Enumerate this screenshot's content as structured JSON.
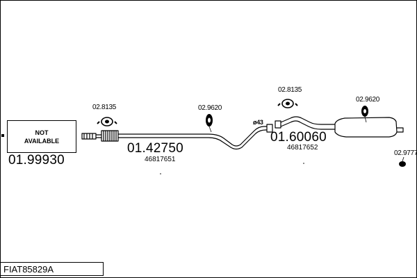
{
  "diagram": {
    "code": "FIAT85829A",
    "not_available": {
      "line1": "NOT",
      "line2": "AVAILABLE",
      "part_number": "01.99930"
    },
    "front_pipe": {
      "part_number": "01.42750",
      "oe_number": "46817651"
    },
    "rear_silencer": {
      "part_number": "01.60060",
      "oe_number": "46817652"
    },
    "hanger_front": {
      "part_number": "02.8135"
    },
    "hanger_mid": {
      "part_number": "02.9620"
    },
    "clamp": {
      "label": "ø43"
    },
    "hanger_rear": {
      "part_number": "02.8135"
    },
    "hanger_tail": {
      "part_number": "02.9620"
    },
    "mount_tail": {
      "part_number": "02.9777"
    }
  }
}
